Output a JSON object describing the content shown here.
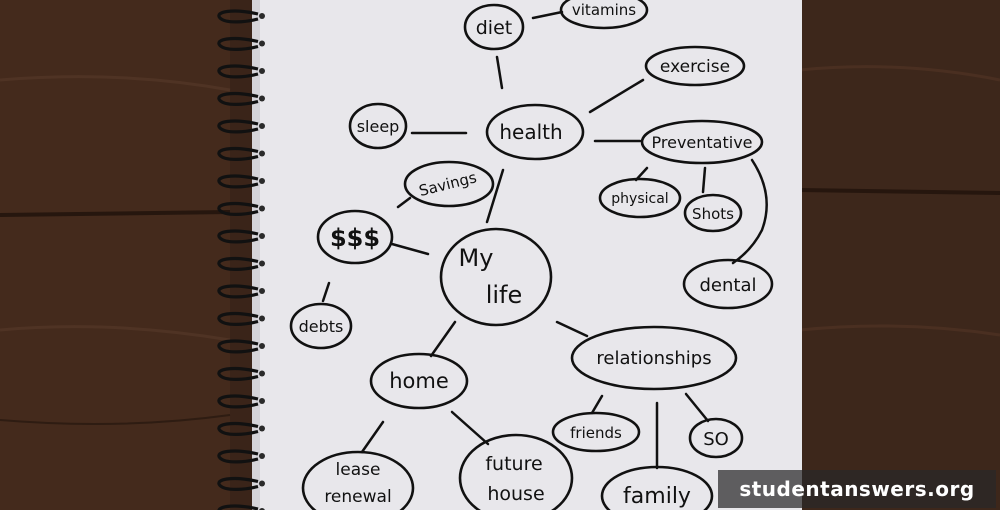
{
  "scene": {
    "description_free": true,
    "background_color": "#3a2419",
    "paper_color": "#e8e7eb",
    "ink_color": "#111111"
  },
  "mind_map": {
    "nodes": [
      {
        "id": "diet",
        "label": "diet"
      },
      {
        "id": "vitamins",
        "label": "vitamins"
      },
      {
        "id": "exercise",
        "label": "exercise"
      },
      {
        "id": "sleep",
        "label": "sleep"
      },
      {
        "id": "health",
        "label": "health"
      },
      {
        "id": "preventative",
        "label": "Preventative"
      },
      {
        "id": "savings",
        "label": "Savings"
      },
      {
        "id": "physical",
        "label": "physical"
      },
      {
        "id": "shots",
        "label": "Shots"
      },
      {
        "id": "money",
        "label": "$$$"
      },
      {
        "id": "mylife_1",
        "label": "My"
      },
      {
        "id": "mylife_2",
        "label": "life"
      },
      {
        "id": "dental",
        "label": "dental"
      },
      {
        "id": "debts",
        "label": "debts"
      },
      {
        "id": "home",
        "label": "home"
      },
      {
        "id": "relationships",
        "label": "relationships"
      },
      {
        "id": "friends",
        "label": "friends"
      },
      {
        "id": "so",
        "label": "SO"
      },
      {
        "id": "lease_1",
        "label": "lease"
      },
      {
        "id": "lease_2",
        "label": "renewal"
      },
      {
        "id": "future_1",
        "label": "future"
      },
      {
        "id": "future_2",
        "label": "house"
      },
      {
        "id": "family",
        "label": "family"
      }
    ]
  },
  "watermark": {
    "text": "studentanswers.org"
  }
}
